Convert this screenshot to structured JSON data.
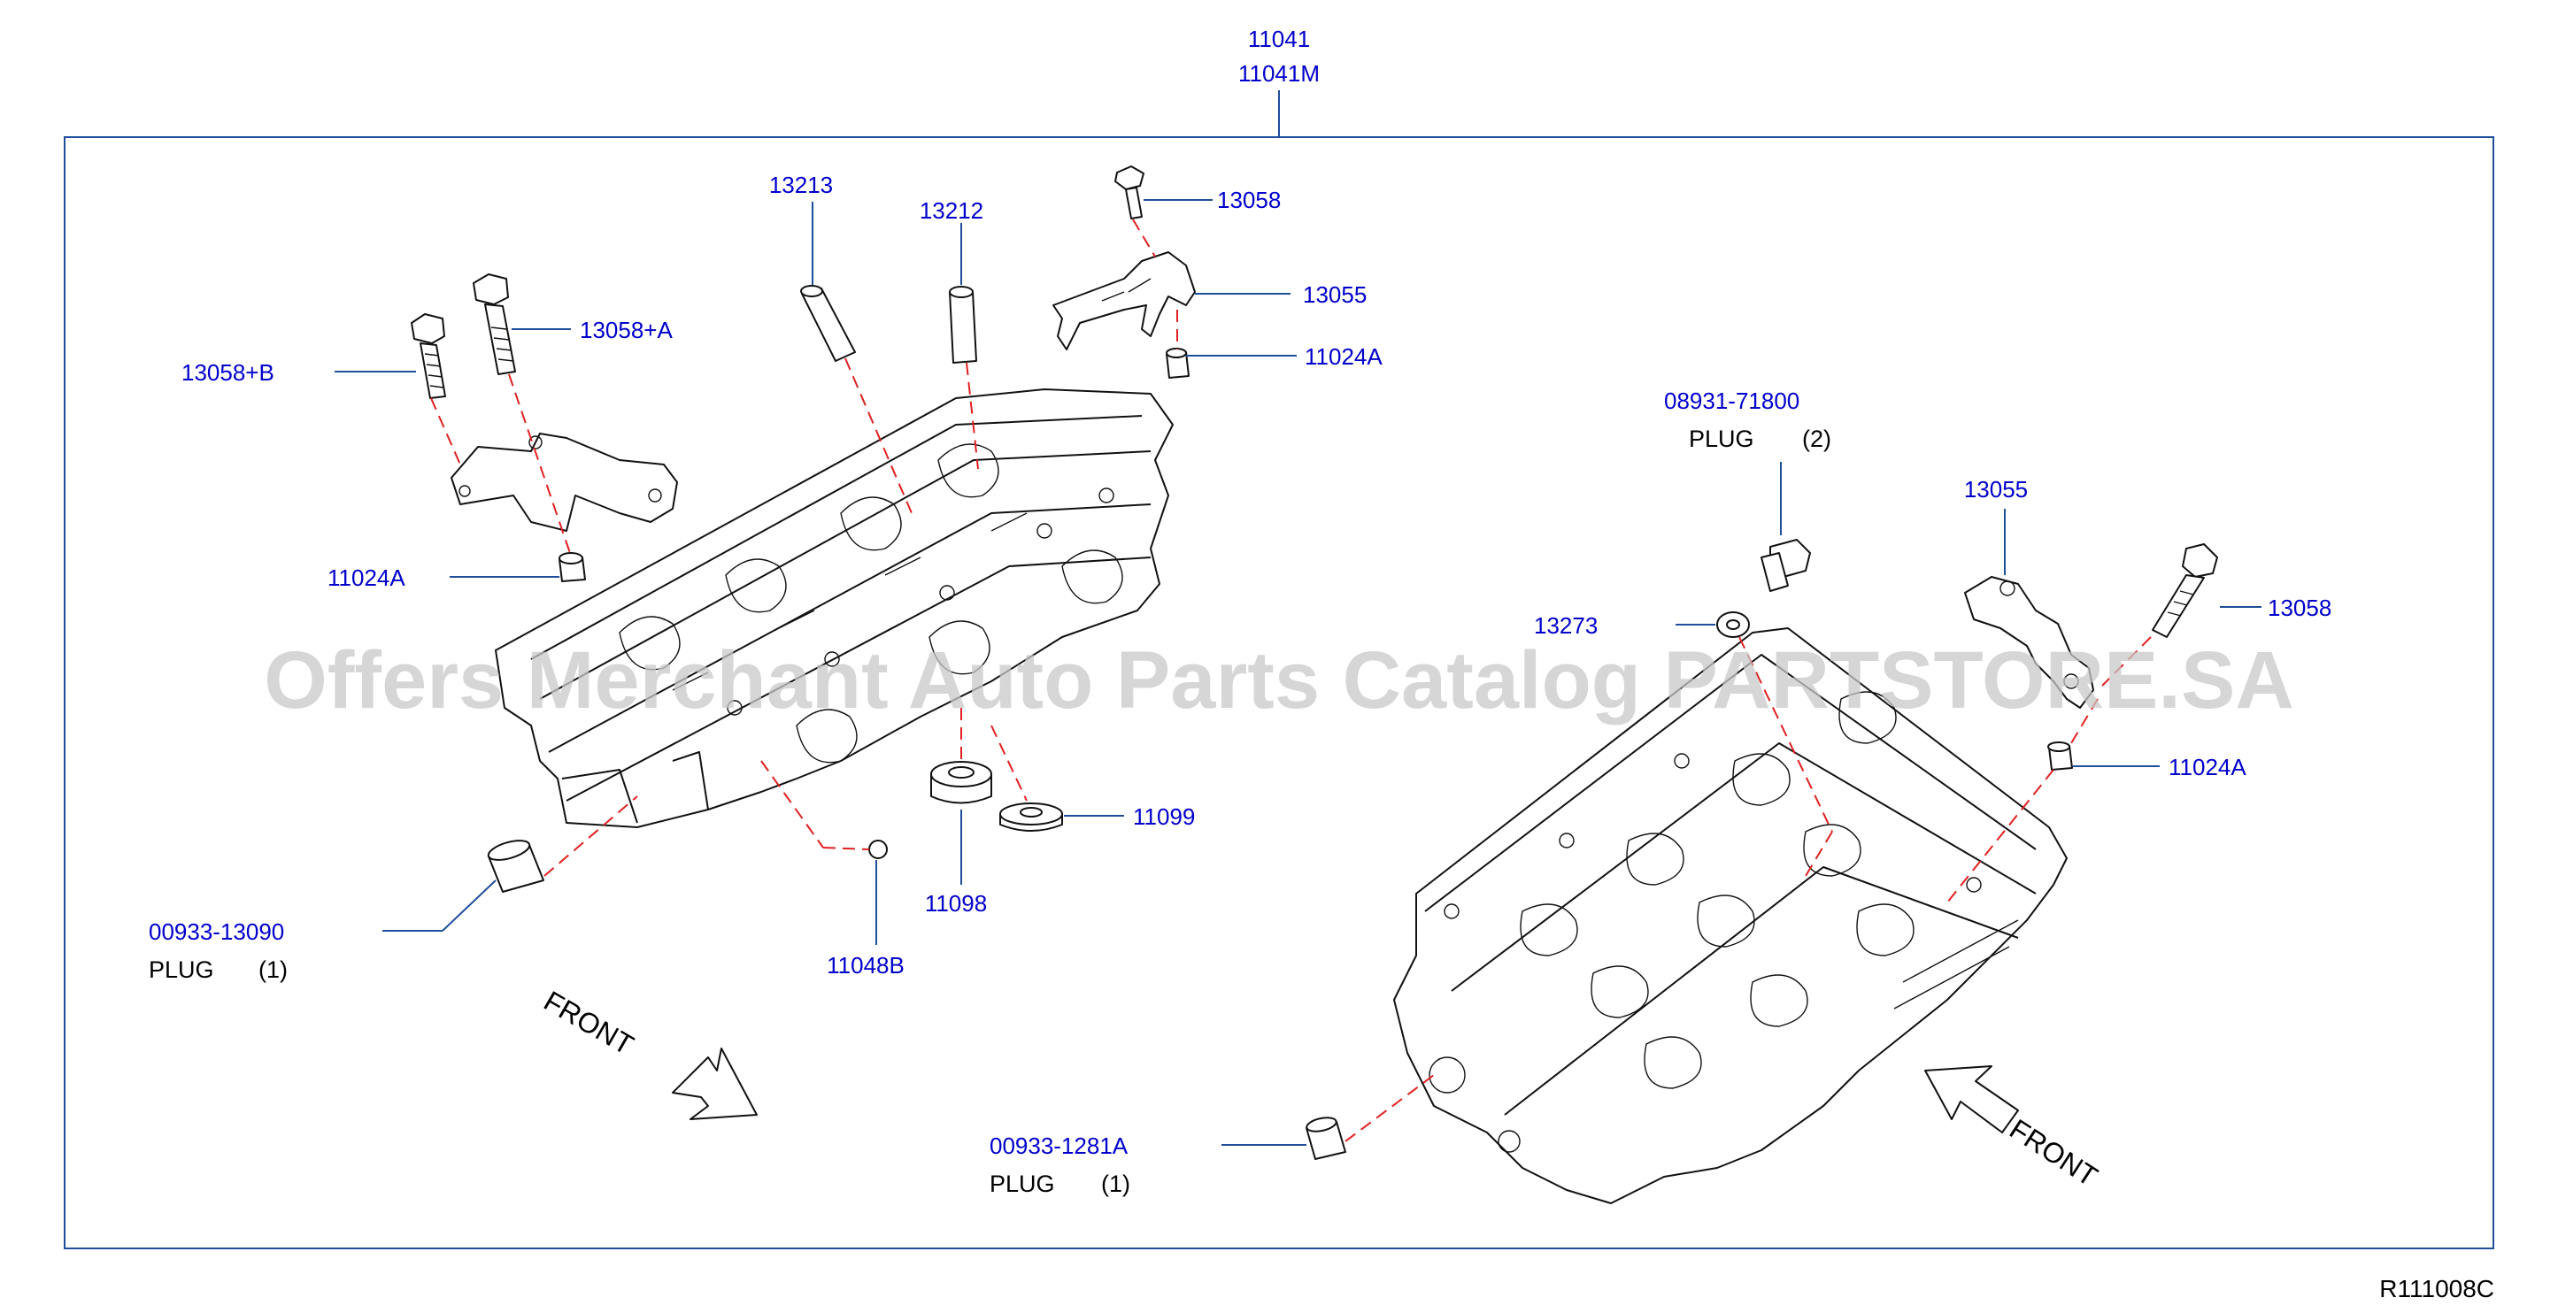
{
  "diagram": {
    "assembly": {
      "part1": "11041",
      "part2": "11041M"
    },
    "left_labels": {
      "p13213": "13213",
      "p13212": "13212",
      "p13058": "13058",
      "p13055": "13055",
      "p11024a_top": "11024A",
      "p13058a": "13058+A",
      "p13058b": "13058+B",
      "p11024a_left": "11024A",
      "p11099": "11099",
      "p11098": "11098",
      "p11048b": "11048B",
      "p00933_13090": "00933-13090",
      "plug1_text": "PLUG",
      "plug1_qty": "(1)"
    },
    "right_labels": {
      "p08931": "08931-71800",
      "plug2_text": "PLUG",
      "plug2_qty": "(2)",
      "p13055": "13055",
      "p13058": "13058",
      "p13273": "13273",
      "p11024a": "11024A",
      "p00933_1281a": "00933-1281A",
      "plug3_text": "PLUG",
      "plug3_qty": "(1)"
    },
    "front_left": "FRONT",
    "front_right": "FRONT",
    "watermark": "Offers Merchant Auto Parts Catalog PARTSTORE.SA",
    "reference": "R111008C",
    "colors": {
      "part_number": "#0000cc",
      "leader": "#1f4e9a",
      "dashed_guide": "#e02020",
      "frame": "#1f4e9a"
    }
  }
}
